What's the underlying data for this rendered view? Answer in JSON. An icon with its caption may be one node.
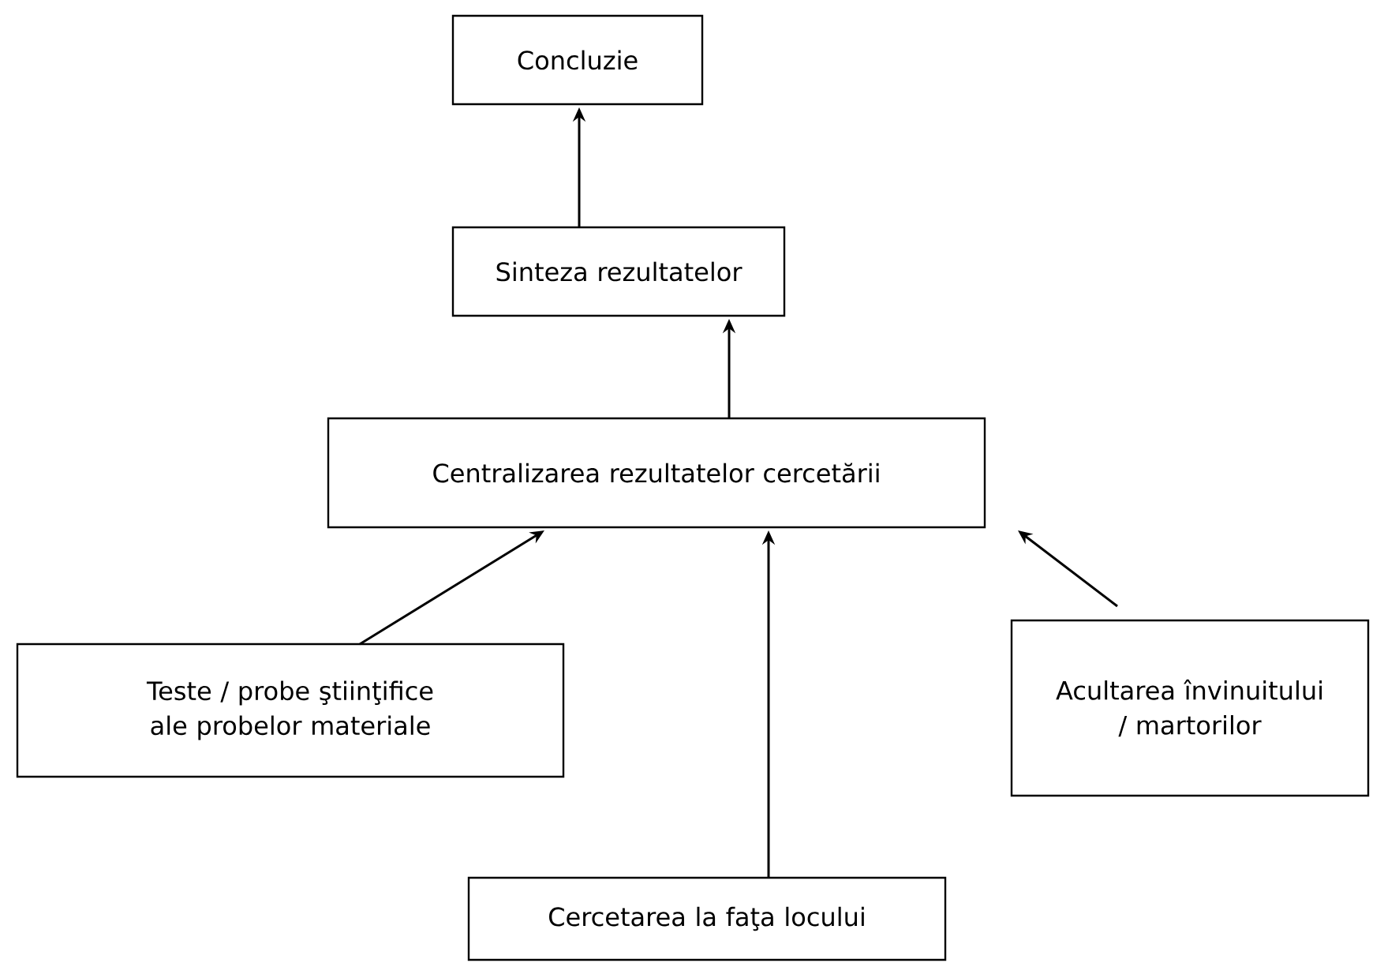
{
  "diagram": {
    "nodes": [
      {
        "text": [
          "Concluzie"
        ]
      },
      {
        "text": [
          "Sinteza rezultatelor"
        ]
      },
      {
        "text": [
          "Centralizarea rezultatelor cercetării"
        ]
      },
      {
        "text": [
          "Teste / probe ştiinţifice ale probelor materiale"
        ]
      },
      {
        "text": [
          "Acultarea învinuitului / martorilor"
        ]
      },
      {
        "text": [
          "Cercetarea la faţa locului"
        ]
      }
    ],
    "edges": [
      {
        "from": 1,
        "to": 0,
        "arrow": "to"
      },
      {
        "from": 2,
        "to": 1,
        "arrow": "to"
      },
      {
        "from": 3,
        "to": 2,
        "arrow": "to"
      },
      {
        "from": 5,
        "to": 2,
        "arrow": "to"
      },
      {
        "from": 4,
        "to": 2,
        "arrow": "to"
      }
    ]
  }
}
